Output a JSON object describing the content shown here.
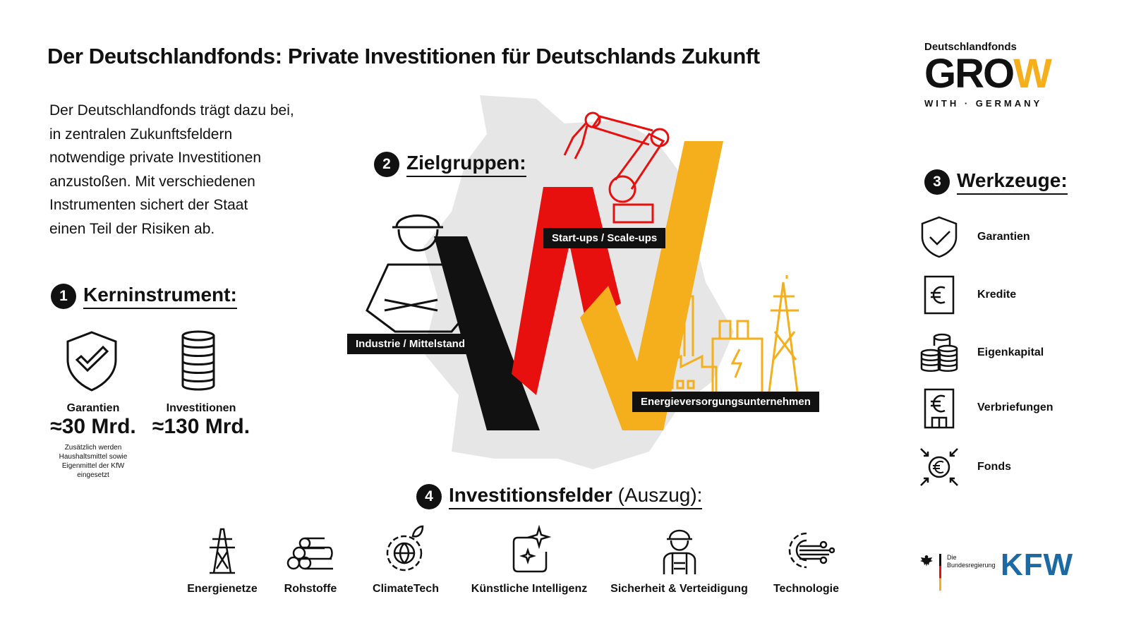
{
  "title": "Der Deutschlandfonds: Private Investitionen für Deutschlands Zukunft",
  "intro": [
    "Der Deutschlandfonds trägt dazu bei,",
    "in zentralen Zukunftsfeldern",
    "notwendige private Investitionen",
    "anzustoßen. Mit verschiedenen",
    "Instrumenten sichert der Staat",
    "einen Teil der Risiken ab."
  ],
  "logo": {
    "top": "Deutschlandfonds",
    "main": "GRO",
    "w": "W",
    "sub": "WITH · GERMANY"
  },
  "section1": {
    "num": "1",
    "title": "Kerninstrument:",
    "items": [
      {
        "label": "Garantien",
        "value": "≈30 Mrd.",
        "note": "Zusätzlich werden Haushaltsmittel sowie Eigenmittel der KfW eingesetzt",
        "icon": "shield-check-icon"
      },
      {
        "label": "Investitionen",
        "value": "≈130 Mrd.",
        "icon": "coin-stack-icon"
      }
    ]
  },
  "section2": {
    "num": "2",
    "title": "Zielgruppen:",
    "groups": [
      "Industrie / Mittelstand",
      "Start-ups / Scale-ups",
      "Energieversorgungsunternehmen"
    ]
  },
  "section3": {
    "num": "3",
    "title": "Werkzeuge:",
    "tools": [
      "Garantien",
      "Kredite",
      "Eigenkapital",
      "Verbriefungen",
      "Fonds"
    ]
  },
  "section4": {
    "num": "4",
    "title": "Investitionsfelder",
    "title_suffix": "(Auszug):",
    "fields": [
      "Energienetze",
      "Rohstoffe",
      "ClimateTech",
      "Künstliche Intelligenz",
      "Sicherheit & Verteidigung",
      "Technologie"
    ]
  },
  "footer": {
    "gov": [
      "Die",
      "Bundesregierung"
    ],
    "kfw": "KFW"
  },
  "colors": {
    "black": "#111111",
    "red": "#e8100e",
    "gold": "#f5ae1c",
    "grey": "#e6e6e6",
    "kfw": "#1b6aa5"
  }
}
